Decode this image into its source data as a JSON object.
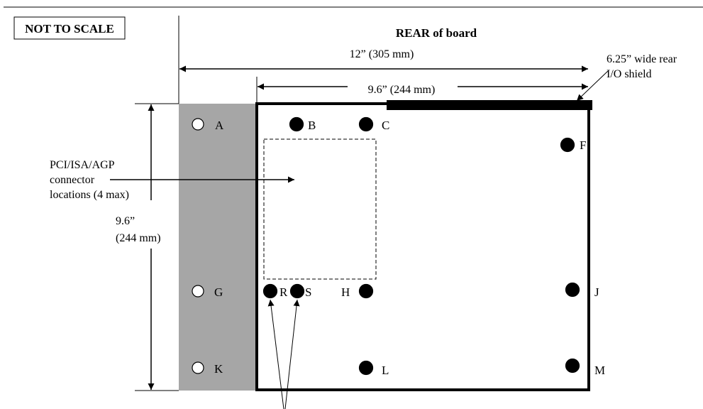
{
  "scale_note": "NOT TO SCALE",
  "title": "REAR of board",
  "dimensions": {
    "overall_width": "12” (305 mm)",
    "board_width": "9.6” (244 mm)",
    "height_line1": "9.6”",
    "height_line2": "(244 mm)"
  },
  "io_shield": {
    "line1": "6.25” wide rear",
    "line2": "I/O shield"
  },
  "connector_note": {
    "line1": "PCI/ISA/AGP",
    "line2": "connector",
    "line3": "locations (4 max)"
  },
  "holes": [
    {
      "label": "A",
      "filled": false
    },
    {
      "label": "B",
      "filled": true
    },
    {
      "label": "C",
      "filled": true
    },
    {
      "label": "F",
      "filled": true
    },
    {
      "label": "G",
      "filled": false
    },
    {
      "label": "R",
      "filled": true
    },
    {
      "label": "S",
      "filled": true
    },
    {
      "label": "H",
      "filled": true
    },
    {
      "label": "J",
      "filled": true
    },
    {
      "label": "K",
      "filled": false
    },
    {
      "label": "L",
      "filled": true
    },
    {
      "label": "M",
      "filled": true
    }
  ],
  "colors": {
    "keepout": "#a6a6a6",
    "ink": "#000000"
  }
}
